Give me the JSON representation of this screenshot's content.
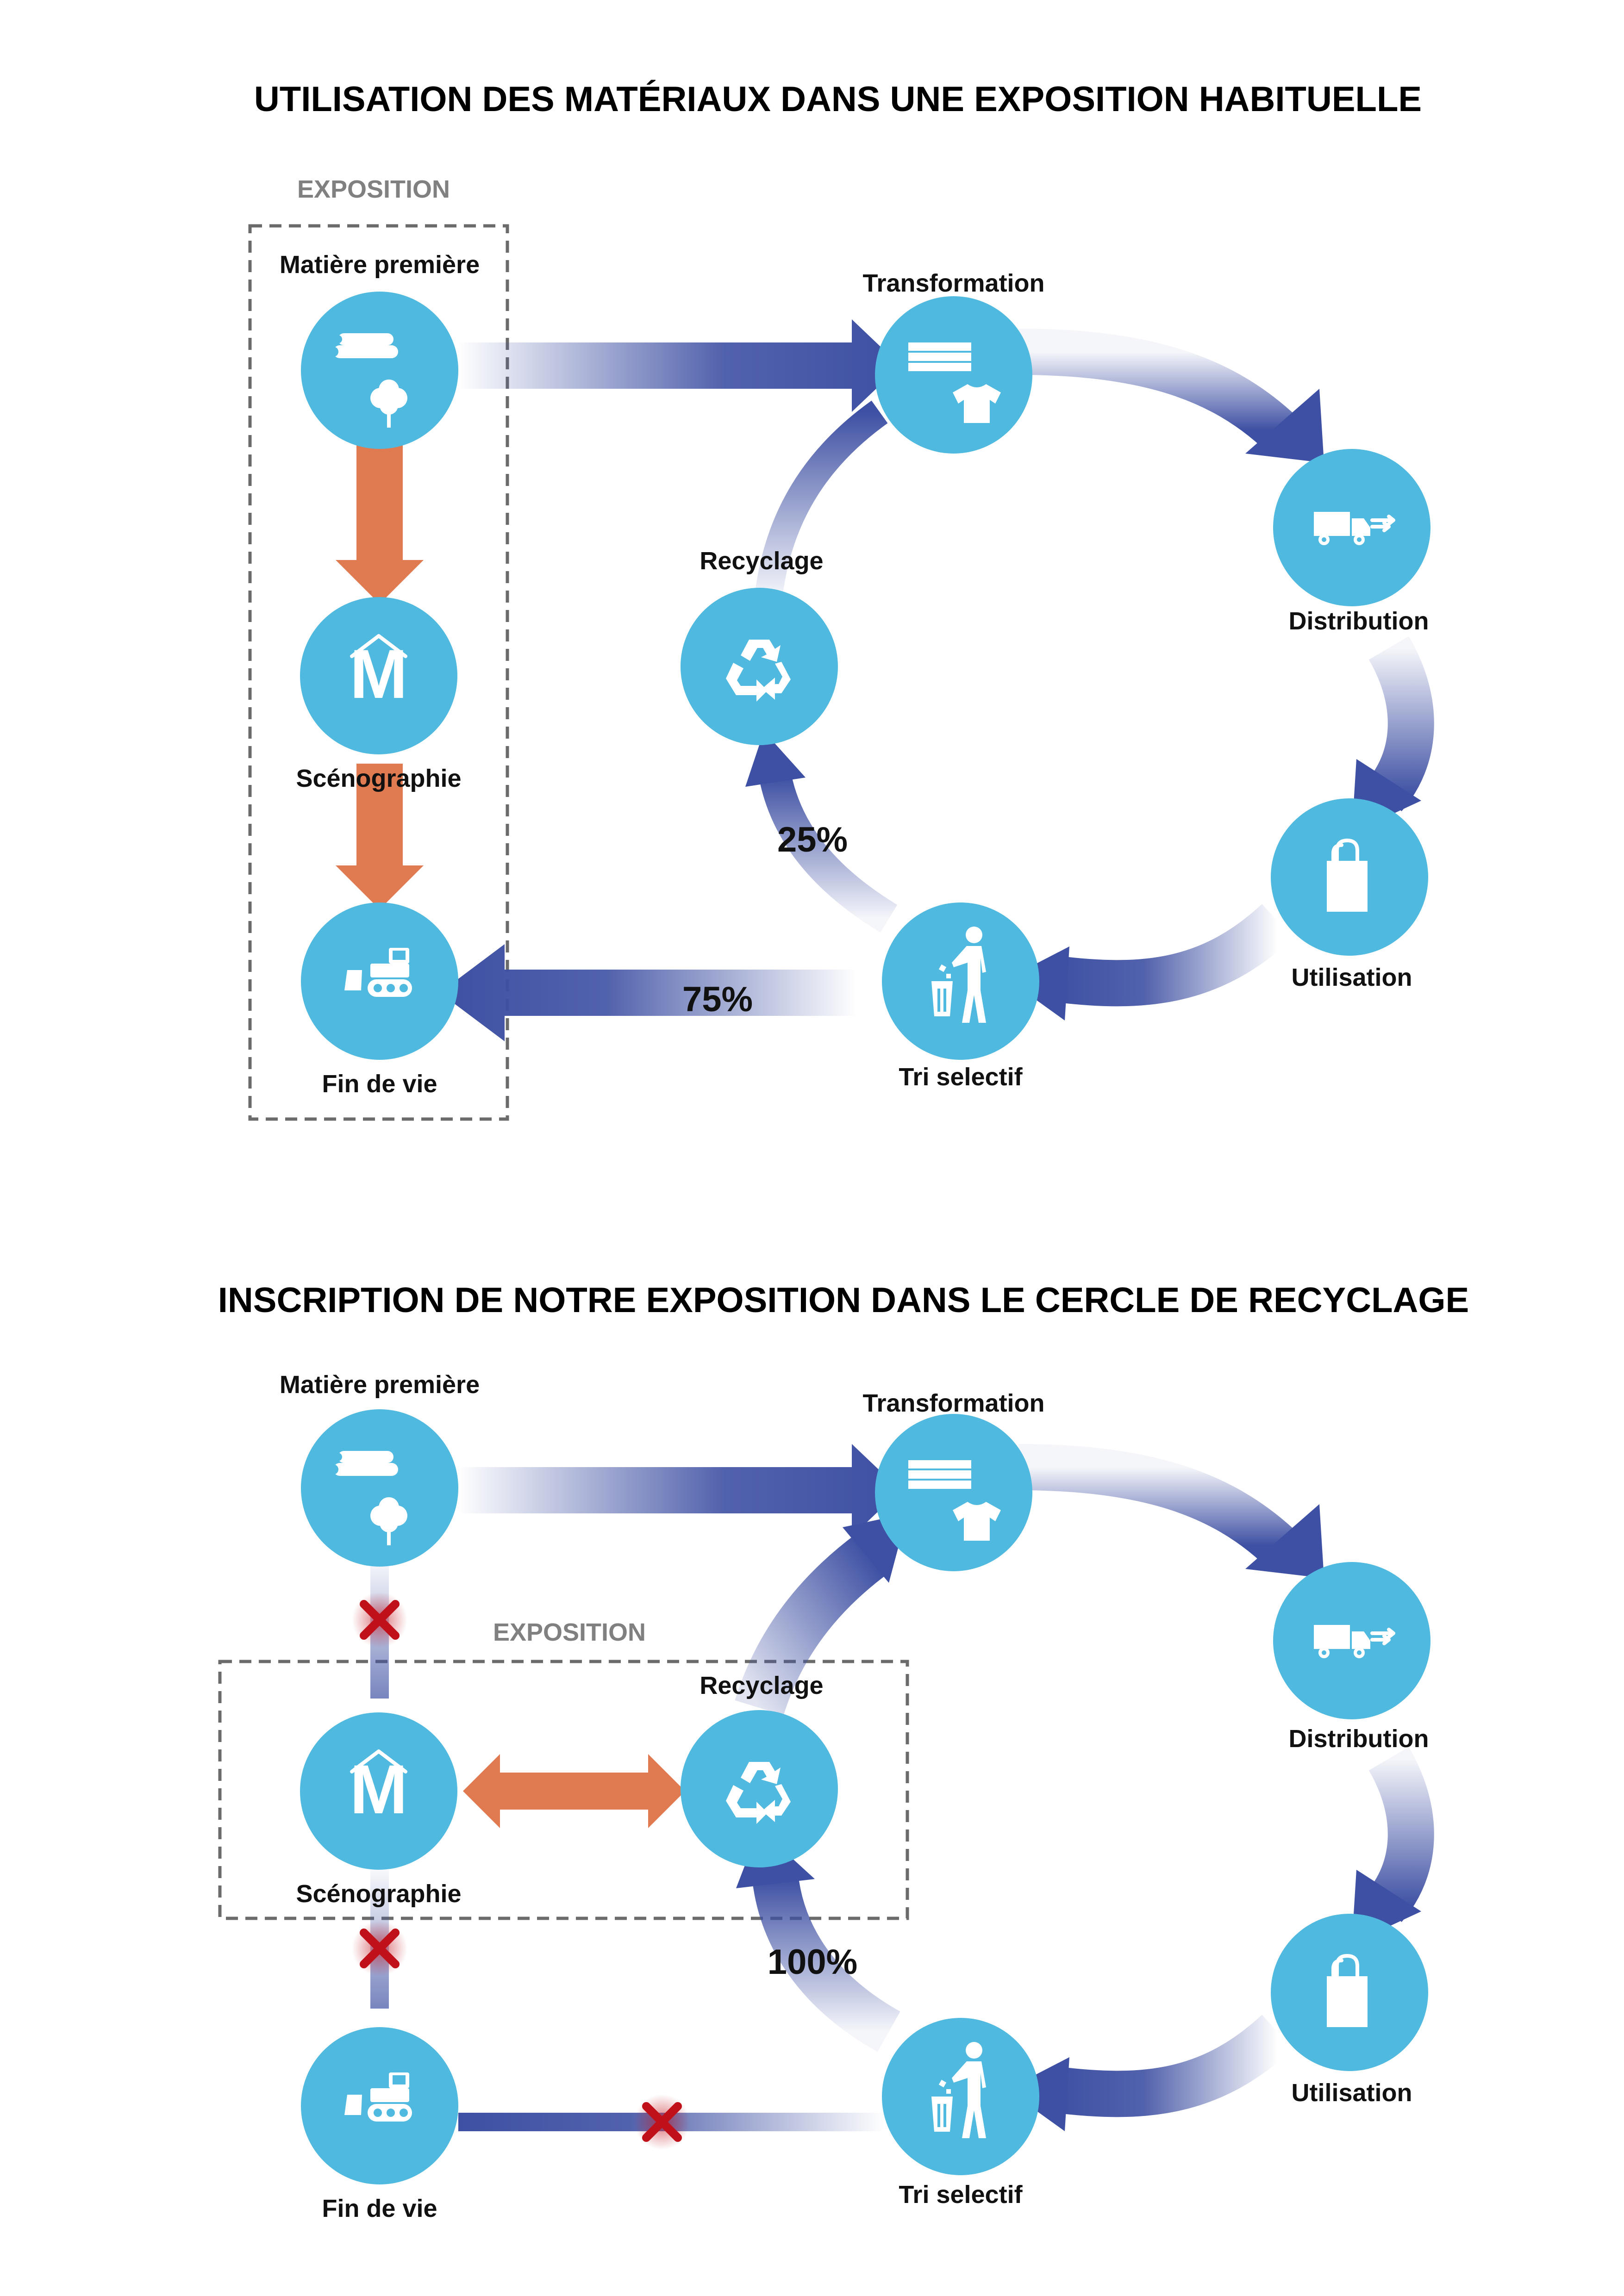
{
  "top": {
    "title": "UTILISATION DES MATÉRIAUX DANS UNE EXPOSITION HABITUELLE",
    "exposition": "EXPOSITION",
    "matiere": "Matière première",
    "scenographie": "Scénographie",
    "fin_de_vie": "Fin de vie",
    "transformation": "Transformation",
    "distribution": "Distribution",
    "utilisation": "Utilisation",
    "tri": "Tri selectif",
    "recyclage": "Recyclage",
    "pct_recyclage": "25%",
    "pct_fin_de_vie": "75%"
  },
  "bottom": {
    "title": "INSCRIPTION DE NOTRE EXPOSITION DANS LE CERCLE DE RECYCLAGE",
    "exposition": "EXPOSITION",
    "matiere": "Matière première",
    "scenographie": "Scénographie",
    "fin_de_vie": "Fin de vie",
    "transformation": "Transformation",
    "distribution": "Distribution",
    "utilisation": "Utilisation",
    "tri": "Tri selectif",
    "recyclage": "Recyclage",
    "pct_recyclage": "100%"
  },
  "colors": {
    "node": "#4fb9df",
    "flow_dark": "#3e50a3",
    "exhibition_arrow": "#e07a50",
    "blocked_cross": "#c0101a",
    "dashed_frame": "#6b6b6b"
  },
  "icons": {
    "matiere": [
      "logs-icon",
      "cotton-icon"
    ],
    "scenographie": "m-house-icon",
    "fin_de_vie": "bulldozer-icon",
    "transformation": [
      "planks-icon",
      "tshirt-icon"
    ],
    "distribution": "truck-icon",
    "utilisation": "shopping-bag-icon",
    "tri": "trash-person-icon",
    "recyclage": "recycle-icon"
  }
}
